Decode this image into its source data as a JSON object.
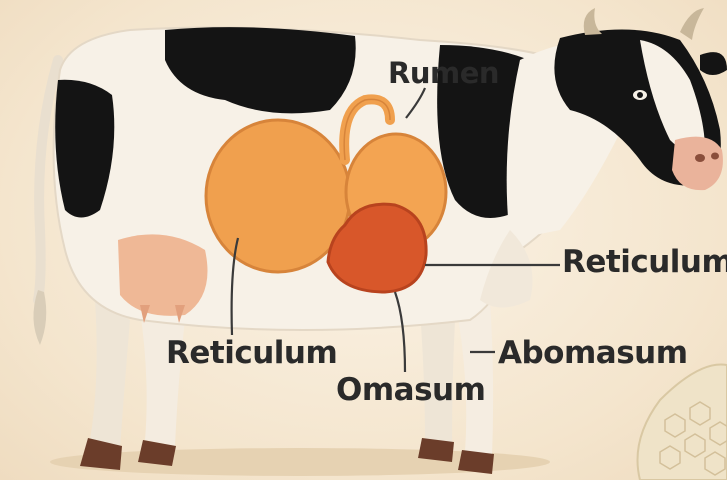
{
  "labels": {
    "rumen": "Rumen",
    "reticulum_right": "Reticulum",
    "reticulum_left": "Reticulum",
    "abomasum": "Abomasum",
    "omasum": "Omasum"
  },
  "colors": {
    "background": "#f6ead6",
    "hide_black": "#141414",
    "hide_white": "#f7f1e7",
    "stomach_orange": "#f0a04e",
    "stomach_dark_orange": "#d8572a",
    "udder_pink": "#efb896",
    "muzzle_pink": "#eab39b",
    "label_text": "#2a2a2a",
    "leader_line": "#3a3a3a"
  },
  "icons": [
    "cow-illustration",
    "honeycomb-texture"
  ]
}
